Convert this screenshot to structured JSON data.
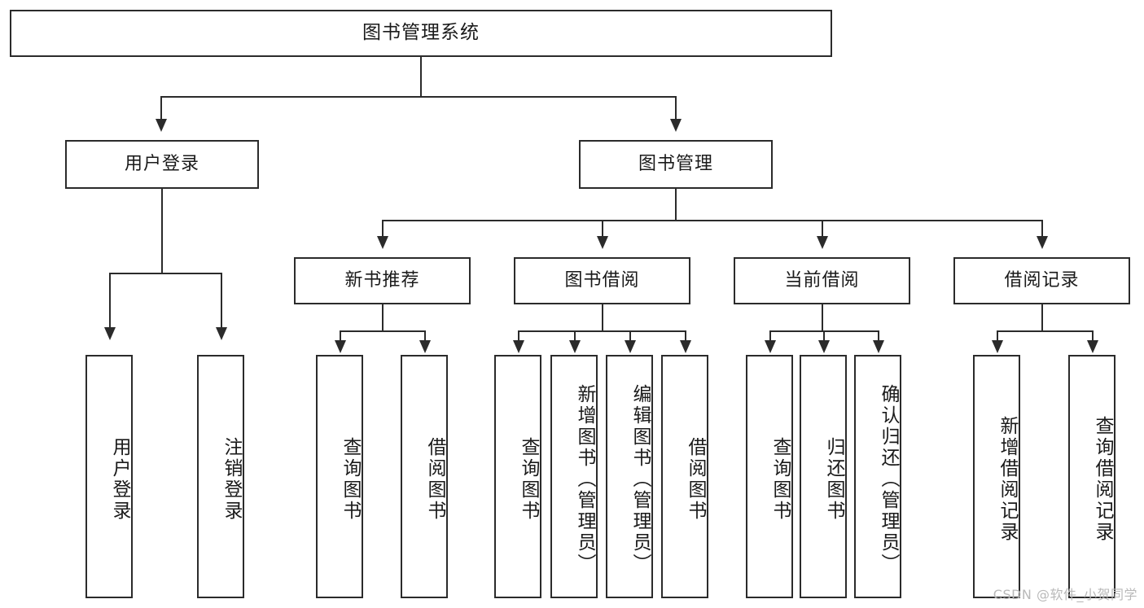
{
  "diagram": {
    "type": "tree-hierarchy-chart",
    "title": "图书管理系统",
    "root": {
      "label": "图书管理系统"
    },
    "level2": [
      {
        "id": "user-login",
        "label": "用户登录"
      },
      {
        "id": "book-management",
        "label": "图书管理"
      }
    ],
    "level3": [
      {
        "id": "new-book-recommend",
        "label": "新书推荐",
        "parent": "book-management"
      },
      {
        "id": "book-borrow",
        "label": "图书借阅",
        "parent": "book-management"
      },
      {
        "id": "current-borrow",
        "label": "当前借阅",
        "parent": "book-management"
      },
      {
        "id": "borrow-record",
        "label": "借阅记录",
        "parent": "book-management"
      }
    ],
    "leaves": {
      "user-login": [
        {
          "id": "leaf-user-login",
          "label": "用户登录"
        },
        {
          "id": "leaf-logout-login",
          "label": "注销登录"
        }
      ],
      "new-book-recommend": [
        {
          "id": "leaf-query-book-1",
          "label": "查询图书"
        },
        {
          "id": "leaf-borrow-book-1",
          "label": "借阅图书"
        }
      ],
      "book-borrow": [
        {
          "id": "leaf-query-book-2",
          "label": "查询图书"
        },
        {
          "id": "leaf-add-book-admin",
          "label": "新增图书（管理员）"
        },
        {
          "id": "leaf-edit-book-admin",
          "label": "编辑图书（管理员）"
        },
        {
          "id": "leaf-borrow-book-2",
          "label": "借阅图书"
        }
      ],
      "current-borrow": [
        {
          "id": "leaf-query-book-3",
          "label": "查询图书"
        },
        {
          "id": "leaf-return-book",
          "label": "归还图书"
        },
        {
          "id": "leaf-confirm-return-admin",
          "label": "确认归还（管理员）"
        }
      ],
      "borrow-record": [
        {
          "id": "leaf-add-borrow-record",
          "label": "新增借阅记录"
        },
        {
          "id": "leaf-query-borrow-record",
          "label": "查询借阅记录"
        }
      ]
    }
  },
  "watermark": {
    "text": "CSDN @软件_小贺同学"
  },
  "colors": {
    "stroke": "#2b2b2b",
    "background": "#ffffff",
    "text": "#1a1a1a",
    "watermark": "#b9b9b9"
  }
}
